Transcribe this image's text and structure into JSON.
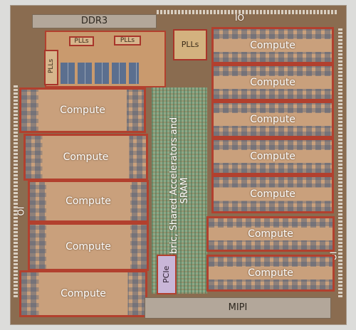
{
  "blocks": {
    "ddr3": "DDR3",
    "plls_main": "PLLs",
    "plls_small_1": "PLLs",
    "plls_small_2": "PLLs",
    "plls_vertical": "PLLs",
    "fabric": "Fabric, Shared Accelerators and SRAM",
    "pcie": "PCIe",
    "mipi": "MIPI",
    "io_top": "IO",
    "io_left": "IO",
    "io_right": "IO",
    "compute": [
      "Compute",
      "Compute",
      "Compute",
      "Compute",
      "Compute",
      "Compute",
      "Compute",
      "Compute",
      "Compute",
      "Compute",
      "Compute",
      "Compute"
    ]
  },
  "colors": {
    "die": "#8a6c50",
    "compute_fill": "#c9a07c",
    "block_border": "#b2402e",
    "fabric": "#8ea886",
    "label": "#ffffff"
  }
}
